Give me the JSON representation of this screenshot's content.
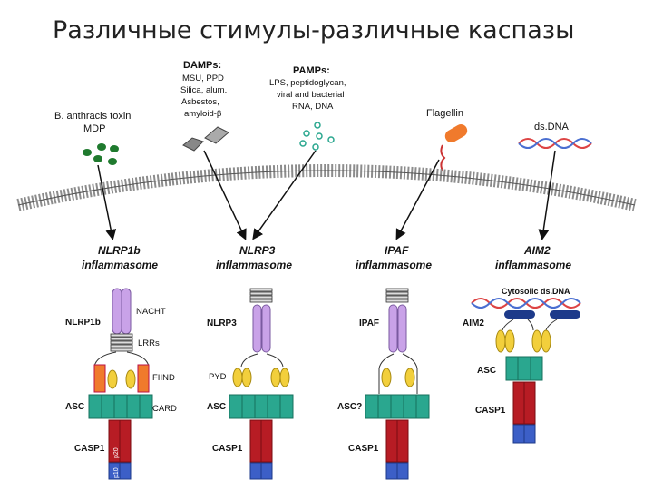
{
  "title": "Различные стимулы-различные каспазы",
  "stimuli": {
    "anthracis": [
      "B. anthracis toxin",
      "MDP"
    ],
    "damps_head": "DAMPs:",
    "damps": [
      "MSU, PPD",
      "Silica, alum.",
      "Asbestos,",
      "amyloid-β"
    ],
    "pamps_head": "PAMPs:",
    "pamps": [
      "LPS, peptidoglycan,",
      "viral and bacterial",
      "RNA, DNA"
    ],
    "flagellin": "Flagellin",
    "dsdna": "ds.DNA"
  },
  "complexes": [
    {
      "name": "NLRP1b",
      "line2": "inflammasome"
    },
    {
      "name": "NLRP3",
      "line2": "inflammasome"
    },
    {
      "name": "IPAF",
      "line2": "inflammasome"
    },
    {
      "name": "AIM2",
      "line2": "inflammasome"
    }
  ],
  "labels": {
    "nlrp1b": "NLRP1b",
    "nacht": "NACHT",
    "lrrs": "LRRs",
    "fiind": "FIIND",
    "asc1": "ASC",
    "card": "CARD",
    "casp1_1": "CASP1",
    "nlrp3": "NLRP3",
    "pyd": "PYD",
    "asc2": "ASC",
    "casp1_2": "CASP1",
    "ipaf": "IPAF",
    "asc3": "ASC?",
    "casp1_3": "CASP1",
    "cytosolic": "Cytosolic ds.DNA",
    "aim2": "AIM2",
    "asc4": "ASC",
    "casp1_4": "CASP1"
  },
  "subunits": {
    "p20": "p20",
    "p10": "p10"
  },
  "colors": {
    "nacht": "#c9a2e8",
    "pyd": "#f2cf3c",
    "card": "#2aa78f",
    "casp": "#b71c24",
    "p10": "#3c5fc7",
    "fiind": "#f07a2c",
    "membrane": "#9a9a9a",
    "dna_red": "#d44",
    "dna_blue": "#4a6fd1"
  }
}
